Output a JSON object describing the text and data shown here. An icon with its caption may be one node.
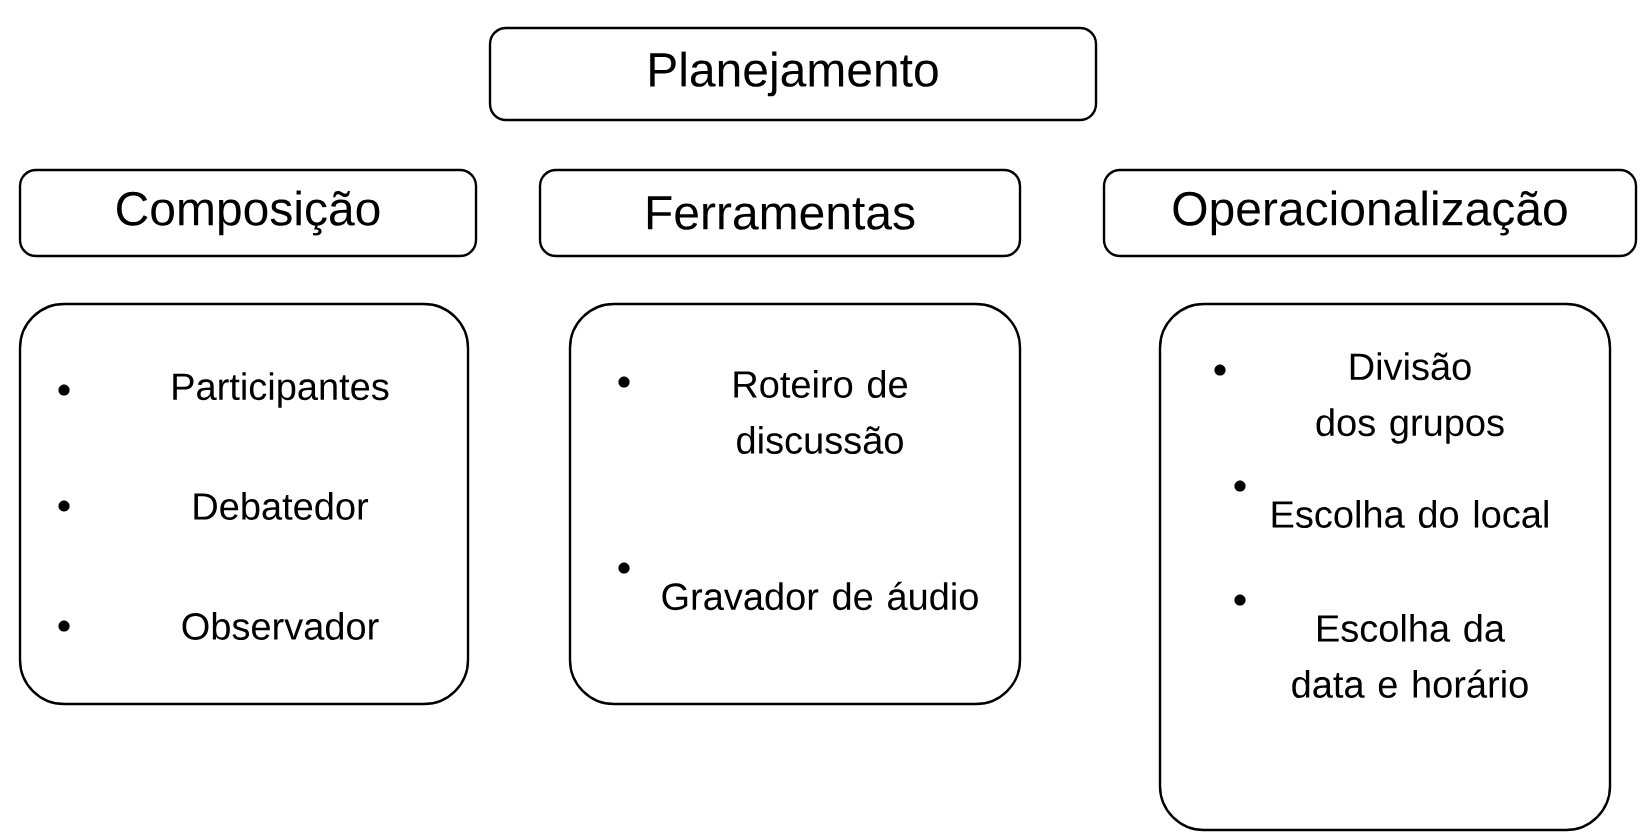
{
  "diagram": {
    "nodes": [
      {
        "text": [
          "Planejamento"
        ]
      },
      {
        "text": [
          "Composição"
        ]
      },
      {
        "text": [
          "Ferramentas"
        ]
      },
      {
        "text": [
          "Operacionalização"
        ]
      },
      {
        "text": [
          "Participantes",
          "Debatedor",
          "Observador"
        ]
      },
      {
        "text": [
          "Roteiro de discussão",
          "Gravador de áudio"
        ]
      },
      {
        "text": [
          "Divisão dos grupos",
          "Escolha do local",
          "Escolha da data e horário"
        ]
      }
    ]
  }
}
